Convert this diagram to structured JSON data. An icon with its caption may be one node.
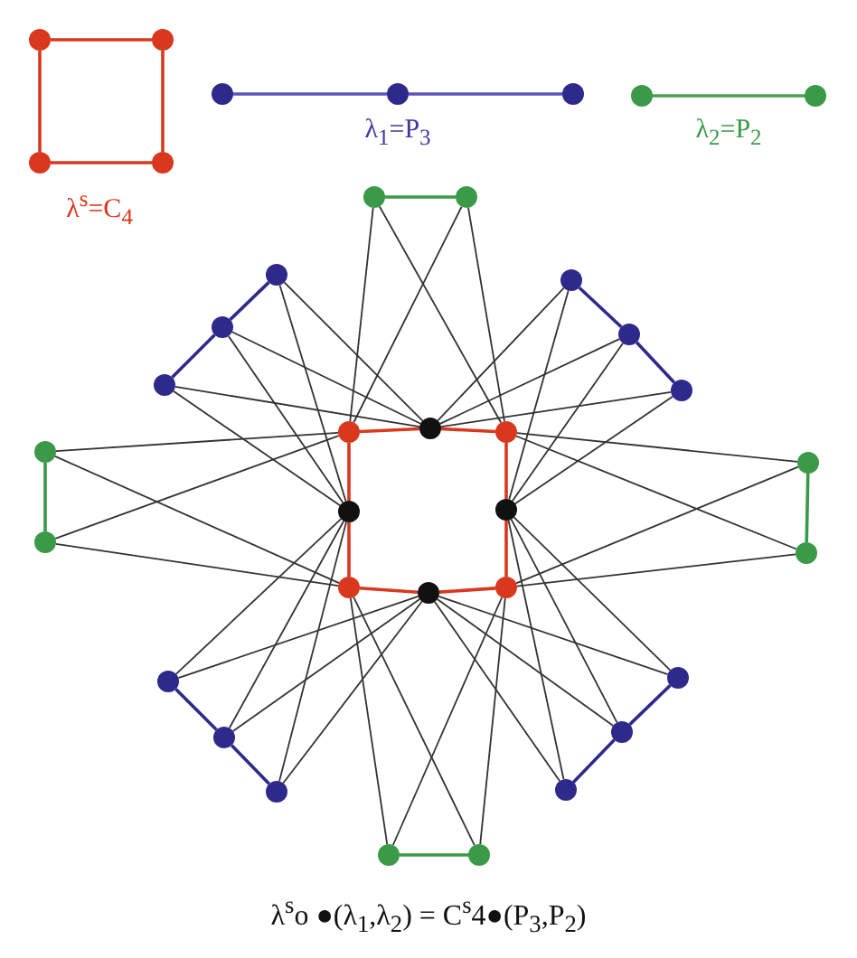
{
  "diagram": {
    "caption": "λ$^{s}$o ●(λ$_{1}$,λ$_{2}$) = C$^{s}$4●(P$_{3}$,P$_{2}$)",
    "nodes": [
      {
        "text": [],
        "shape": "circle"
      },
      {
        "text": [],
        "shape": "circle"
      },
      {
        "text": [],
        "shape": "circle"
      },
      {
        "text": [],
        "shape": "circle"
      },
      {
        "text": [],
        "shape": "circle"
      },
      {
        "text": [],
        "shape": "circle"
      },
      {
        "text": [],
        "shape": "circle"
      },
      {
        "text": [],
        "shape": "circle"
      },
      {
        "text": [],
        "shape": "circle"
      },
      {
        "text": [],
        "shape": "circle"
      },
      {
        "text": [],
        "shape": "circle"
      },
      {
        "text": [],
        "shape": "circle"
      },
      {
        "text": [],
        "shape": "circle"
      },
      {
        "text": [],
        "shape": "circle"
      },
      {
        "text": [],
        "shape": "circle"
      },
      {
        "text": [],
        "shape": "circle"
      },
      {
        "text": [],
        "shape": "circle"
      },
      {
        "text": [],
        "shape": "circle"
      },
      {
        "text": [],
        "shape": "circle"
      },
      {
        "text": [],
        "shape": "circle"
      },
      {
        "text": [],
        "shape": "circle"
      },
      {
        "text": [],
        "shape": "circle"
      },
      {
        "text": [],
        "shape": "circle"
      },
      {
        "text": [],
        "shape": "circle"
      },
      {
        "text": [],
        "shape": "circle"
      },
      {
        "text": [],
        "shape": "circle"
      },
      {
        "text": [],
        "shape": "circle"
      },
      {
        "text": [],
        "shape": "circle"
      },
      {
        "text": [],
        "shape": "circle"
      },
      {
        "text": [],
        "shape": "circle"
      },
      {
        "text": [],
        "shape": "circle"
      },
      {
        "text": [],
        "shape": "circle"
      },
      {
        "text": [],
        "shape": "circle"
      },
      {
        "text": [],
        "shape": "circle"
      },
      {
        "text": [],
        "shape": "circle"
      },
      {
        "text": [],
        "shape": "circle"
      },
      {
        "text": [],
        "shape": "circle"
      }
    ],
    "edges": [
      {
        "from": 0,
        "to": 1,
        "arrow": "none",
        "color": "#d9381e"
      },
      {
        "from": 1,
        "to": 8,
        "arrow": "none",
        "color": "#d9381e"
      },
      {
        "from": 8,
        "to": 7,
        "arrow": "none",
        "color": "#d9381e"
      },
      {
        "from": 7,
        "to": 0,
        "arrow": "none",
        "color": "#d9381e"
      },
      {
        "from": 2,
        "to": 3,
        "arrow": "none",
        "color": "#5a55b8"
      },
      {
        "from": 3,
        "to": 4,
        "arrow": "none",
        "color": "#5a55b8"
      },
      {
        "from": 5,
        "to": 6,
        "arrow": "none",
        "color": "#4aa256"
      },
      {
        "from": 17,
        "to": 18,
        "arrow": "none",
        "color": "#d9381e"
      },
      {
        "from": 18,
        "to": 19,
        "arrow": "none",
        "color": "#d9381e"
      },
      {
        "from": 19,
        "to": 23,
        "arrow": "none",
        "color": "#d9381e"
      },
      {
        "from": 23,
        "to": 28,
        "arrow": "none",
        "color": "#d9381e"
      },
      {
        "from": 28,
        "to": 27,
        "arrow": "none",
        "color": "#d9381e"
      },
      {
        "from": 27,
        "to": 26,
        "arrow": "none",
        "color": "#d9381e"
      },
      {
        "from": 26,
        "to": 22,
        "arrow": "none",
        "color": "#d9381e"
      },
      {
        "from": 22,
        "to": 17,
        "arrow": "none",
        "color": "#d9381e"
      },
      {
        "from": 11,
        "to": 13,
        "arrow": "none",
        "color": "#2e2a8c"
      },
      {
        "from": 13,
        "to": 15,
        "arrow": "none",
        "color": "#2e2a8c"
      },
      {
        "from": 12,
        "to": 14,
        "arrow": "none",
        "color": "#2e2a8c"
      },
      {
        "from": 14,
        "to": 16,
        "arrow": "none",
        "color": "#2e2a8c"
      },
      {
        "from": 29,
        "to": 31,
        "arrow": "none",
        "color": "#2e2a8c"
      },
      {
        "from": 31,
        "to": 33,
        "arrow": "none",
        "color": "#2e2a8c"
      },
      {
        "from": 30,
        "to": 32,
        "arrow": "none",
        "color": "#2e2a8c"
      },
      {
        "from": 32,
        "to": 34,
        "arrow": "none",
        "color": "#2e2a8c"
      },
      {
        "from": 9,
        "to": 10,
        "arrow": "none",
        "color": "#3a9a47"
      },
      {
        "from": 20,
        "to": 24,
        "arrow": "none",
        "color": "#3a9a47"
      },
      {
        "from": 21,
        "to": 25,
        "arrow": "none",
        "color": "#3a9a47"
      },
      {
        "from": 35,
        "to": 36,
        "arrow": "none",
        "color": "#3a9a47"
      },
      {
        "from": 9,
        "to": 17,
        "arrow": "none"
      },
      {
        "from": 9,
        "to": 19,
        "arrow": "none"
      },
      {
        "from": 10,
        "to": 17,
        "arrow": "none"
      },
      {
        "from": 10,
        "to": 19,
        "arrow": "none"
      },
      {
        "from": 11,
        "to": 18,
        "arrow": "none"
      },
      {
        "from": 11,
        "to": 22,
        "arrow": "none"
      },
      {
        "from": 13,
        "to": 18,
        "arrow": "none"
      },
      {
        "from": 13,
        "to": 22,
        "arrow": "none"
      },
      {
        "from": 15,
        "to": 18,
        "arrow": "none"
      },
      {
        "from": 15,
        "to": 22,
        "arrow": "none"
      },
      {
        "from": 12,
        "to": 18,
        "arrow": "none"
      },
      {
        "from": 12,
        "to": 23,
        "arrow": "none"
      },
      {
        "from": 14,
        "to": 18,
        "arrow": "none"
      },
      {
        "from": 14,
        "to": 23,
        "arrow": "none"
      },
      {
        "from": 16,
        "to": 18,
        "arrow": "none"
      },
      {
        "from": 16,
        "to": 23,
        "arrow": "none"
      },
      {
        "from": 20,
        "to": 17,
        "arrow": "none"
      },
      {
        "from": 20,
        "to": 26,
        "arrow": "none"
      },
      {
        "from": 24,
        "to": 17,
        "arrow": "none"
      },
      {
        "from": 24,
        "to": 26,
        "arrow": "none"
      },
      {
        "from": 21,
        "to": 19,
        "arrow": "none"
      },
      {
        "from": 21,
        "to": 28,
        "arrow": "none"
      },
      {
        "from": 25,
        "to": 19,
        "arrow": "none"
      },
      {
        "from": 25,
        "to": 28,
        "arrow": "none"
      },
      {
        "from": 29,
        "to": 22,
        "arrow": "none"
      },
      {
        "from": 29,
        "to": 27,
        "arrow": "none"
      },
      {
        "from": 31,
        "to": 22,
        "arrow": "none"
      },
      {
        "from": 31,
        "to": 27,
        "arrow": "none"
      },
      {
        "from": 33,
        "to": 22,
        "arrow": "none"
      },
      {
        "from": 33,
        "to": 27,
        "arrow": "none"
      },
      {
        "from": 30,
        "to": 23,
        "arrow": "none"
      },
      {
        "from": 30,
        "to": 27,
        "arrow": "none"
      },
      {
        "from": 32,
        "to": 23,
        "arrow": "none"
      },
      {
        "from": 32,
        "to": 27,
        "arrow": "none"
      },
      {
        "from": 34,
        "to": 23,
        "arrow": "none"
      },
      {
        "from": 34,
        "to": 27,
        "arrow": "none"
      },
      {
        "from": 35,
        "to": 26,
        "arrow": "none"
      },
      {
        "from": 35,
        "to": 28,
        "arrow": "none"
      },
      {
        "from": 36,
        "to": 26,
        "arrow": "none"
      },
      {
        "from": 36,
        "to": 28,
        "arrow": "none"
      }
    ],
    "labels": [
      "λ$^{s}$=C$_{4}$",
      "λ$_{1}$=P$_{3}$",
      "λ$_{2}$=P$_{2}$"
    ]
  }
}
